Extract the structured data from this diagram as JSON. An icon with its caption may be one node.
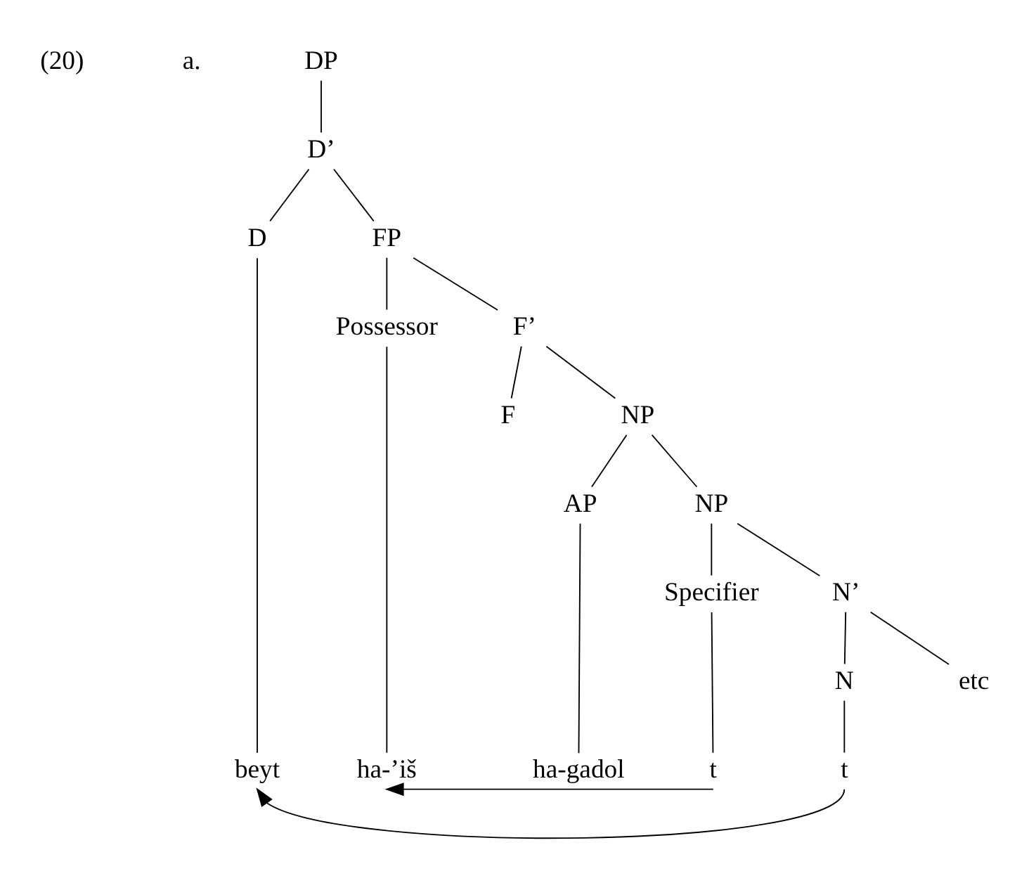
{
  "diagram": {
    "nodes": [
      {
        "text": [
          "DP"
        ]
      },
      {
        "text": [
          "D’"
        ]
      },
      {
        "text": [
          "D"
        ]
      },
      {
        "text": [
          "FP"
        ]
      },
      {
        "text": [
          "Possessor"
        ]
      },
      {
        "text": [
          "F’"
        ]
      },
      {
        "text": [
          "F"
        ]
      },
      {
        "text": [
          "NP"
        ]
      },
      {
        "text": [
          "AP"
        ]
      },
      {
        "text": [
          "NP"
        ]
      },
      {
        "text": [
          "Specifier"
        ]
      },
      {
        "text": [
          "N’"
        ]
      },
      {
        "text": [
          "N"
        ]
      },
      {
        "text": [
          "etc"
        ]
      },
      {
        "text": [
          "beyt"
        ]
      },
      {
        "text": [
          "ha-’iš"
        ]
      },
      {
        "text": [
          "ha-gadol"
        ]
      },
      {
        "text": [
          "t"
        ]
      },
      {
        "text": [
          "t"
        ]
      }
    ],
    "edges": [
      {
        "from": 0,
        "to": 1,
        "arrow": "none"
      },
      {
        "from": 1,
        "to": 2,
        "arrow": "none"
      },
      {
        "from": 1,
        "to": 3,
        "arrow": "none"
      },
      {
        "from": 3,
        "to": 4,
        "arrow": "none"
      },
      {
        "from": 3,
        "to": 5,
        "arrow": "none"
      },
      {
        "from": 5,
        "to": 6,
        "arrow": "none"
      },
      {
        "from": 5,
        "to": 7,
        "arrow": "none"
      },
      {
        "from": 7,
        "to": 8,
        "arrow": "none"
      },
      {
        "from": 7,
        "to": 9,
        "arrow": "none"
      },
      {
        "from": 9,
        "to": 10,
        "arrow": "none"
      },
      {
        "from": 9,
        "to": 11,
        "arrow": "none"
      },
      {
        "from": 11,
        "to": 12,
        "arrow": "none"
      },
      {
        "from": 11,
        "to": 13,
        "arrow": "none"
      },
      {
        "from": 2,
        "to": 14,
        "arrow": "none"
      },
      {
        "from": 4,
        "to": 15,
        "arrow": "none"
      },
      {
        "from": 8,
        "to": 16,
        "arrow": "none"
      },
      {
        "from": 10,
        "to": 17,
        "arrow": "none"
      },
      {
        "from": 12,
        "to": 18,
        "arrow": "none"
      },
      {
        "from": 18,
        "to": 14,
        "arrow": "to"
      },
      {
        "from": 17,
        "to": 15,
        "arrow": "to"
      }
    ],
    "labels": [
      "(20)",
      "a."
    ]
  }
}
